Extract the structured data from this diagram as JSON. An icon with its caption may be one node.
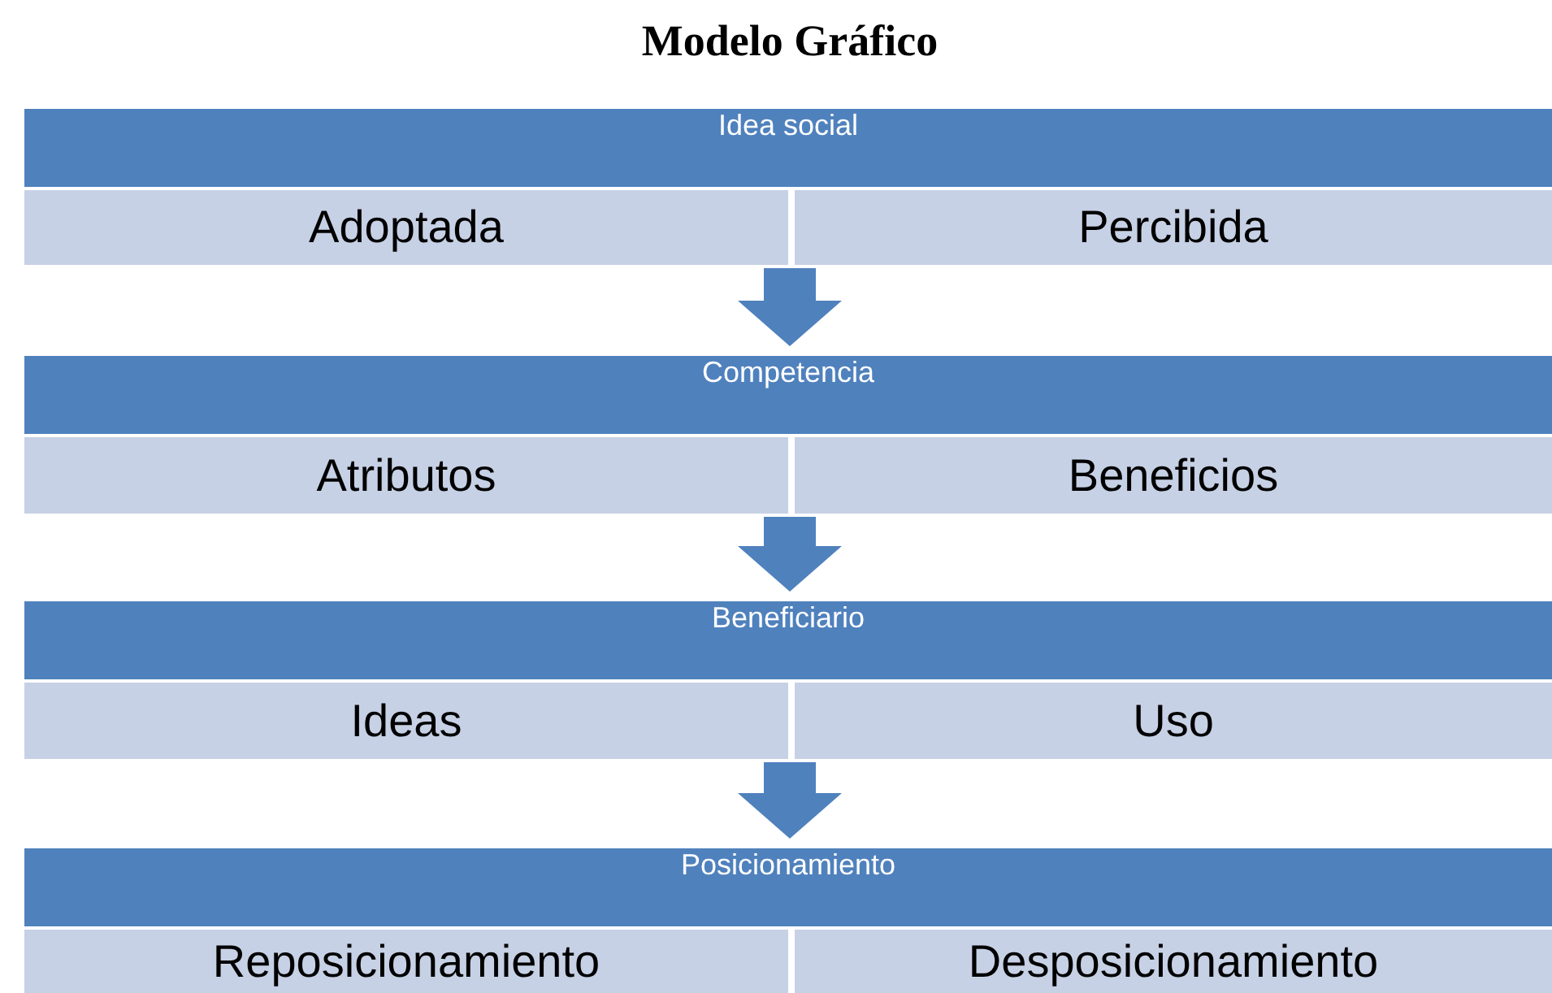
{
  "diagram": {
    "title": "Modelo Gráfico",
    "nodes": [
      {
        "text": [
          "Idea social"
        ]
      },
      {
        "text": [
          "Adoptada"
        ],
        "in": 0
      },
      {
        "text": [
          "Percibida"
        ],
        "in": 0
      },
      {
        "text": [
          "Competencia"
        ]
      },
      {
        "text": [
          "Atributos"
        ],
        "in": 3
      },
      {
        "text": [
          "Beneficios"
        ],
        "in": 3
      },
      {
        "text": [
          "Beneficiario"
        ]
      },
      {
        "text": [
          "Ideas"
        ],
        "in": 6
      },
      {
        "text": [
          "Uso"
        ],
        "in": 6
      },
      {
        "text": [
          "Posicionamiento"
        ]
      },
      {
        "text": [
          "Reposicionamiento"
        ],
        "in": 9
      },
      {
        "text": [
          "Desposicionamiento"
        ],
        "in": 9
      }
    ],
    "edges": [
      {
        "from": 0,
        "to": 3,
        "arrow": "to"
      },
      {
        "from": 3,
        "to": 6,
        "arrow": "to"
      },
      {
        "from": 6,
        "to": 9,
        "arrow": "to"
      }
    ]
  }
}
